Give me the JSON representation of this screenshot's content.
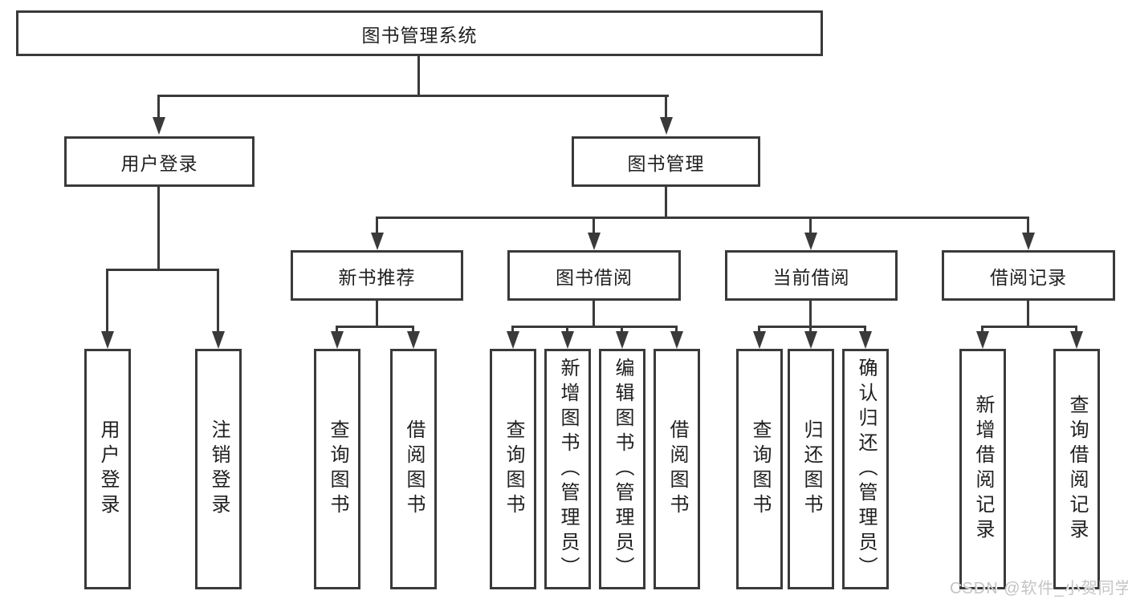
{
  "diagram": {
    "root": {
      "label": "图书管理系统"
    },
    "level2": [
      {
        "label": "用户登录"
      },
      {
        "label": "图书管理"
      }
    ],
    "level3": [
      {
        "label": "新书推荐"
      },
      {
        "label": "图书借阅"
      },
      {
        "label": "当前借阅"
      },
      {
        "label": "借阅记录"
      }
    ],
    "leaves": [
      {
        "parent": "用户登录",
        "label": "用户登录"
      },
      {
        "parent": "用户登录",
        "label": "注销登录"
      },
      {
        "parent": "新书推荐",
        "label": "查询图书"
      },
      {
        "parent": "新书推荐",
        "label": "借阅图书"
      },
      {
        "parent": "图书借阅",
        "label": "查询图书"
      },
      {
        "parent": "图书借阅",
        "label": "新增图书（管理员）"
      },
      {
        "parent": "图书借阅",
        "label": "编辑图书（管理员）"
      },
      {
        "parent": "图书借阅",
        "label": "借阅图书"
      },
      {
        "parent": "当前借阅",
        "label": "查询图书"
      },
      {
        "parent": "当前借阅",
        "label": "归还图书"
      },
      {
        "parent": "当前借阅",
        "label": "确认归还（管理员）"
      },
      {
        "parent": "借阅记录",
        "label": "新增借阅记录"
      },
      {
        "parent": "借阅记录",
        "label": "查询借阅记录"
      }
    ]
  },
  "watermark": {
    "text": "CSDN @软件_小贺同学"
  },
  "colors": {
    "line": "#3a3a3a",
    "text": "#1f1f1f",
    "background": "#ffffff",
    "watermark": "#c4c4c4"
  }
}
